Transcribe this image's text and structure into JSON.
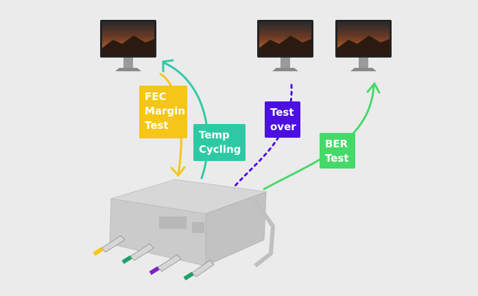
{
  "labels": {
    "fec": "FEC\nMargin\nTest",
    "temp": "Temp\nCycling",
    "over": "Test\nover",
    "ber": "BER\nTest"
  },
  "colors": {
    "background": "#ebebeb",
    "fec": "#f5c518",
    "temp": "#2ec9a4",
    "over": "#4b10e0",
    "ber": "#45d96a",
    "chassis": "#c8c8c8"
  },
  "icons": [
    "monitor-icon",
    "monitor-icon",
    "monitor-icon",
    "test-chassis-icon",
    "transceiver-icon"
  ]
}
